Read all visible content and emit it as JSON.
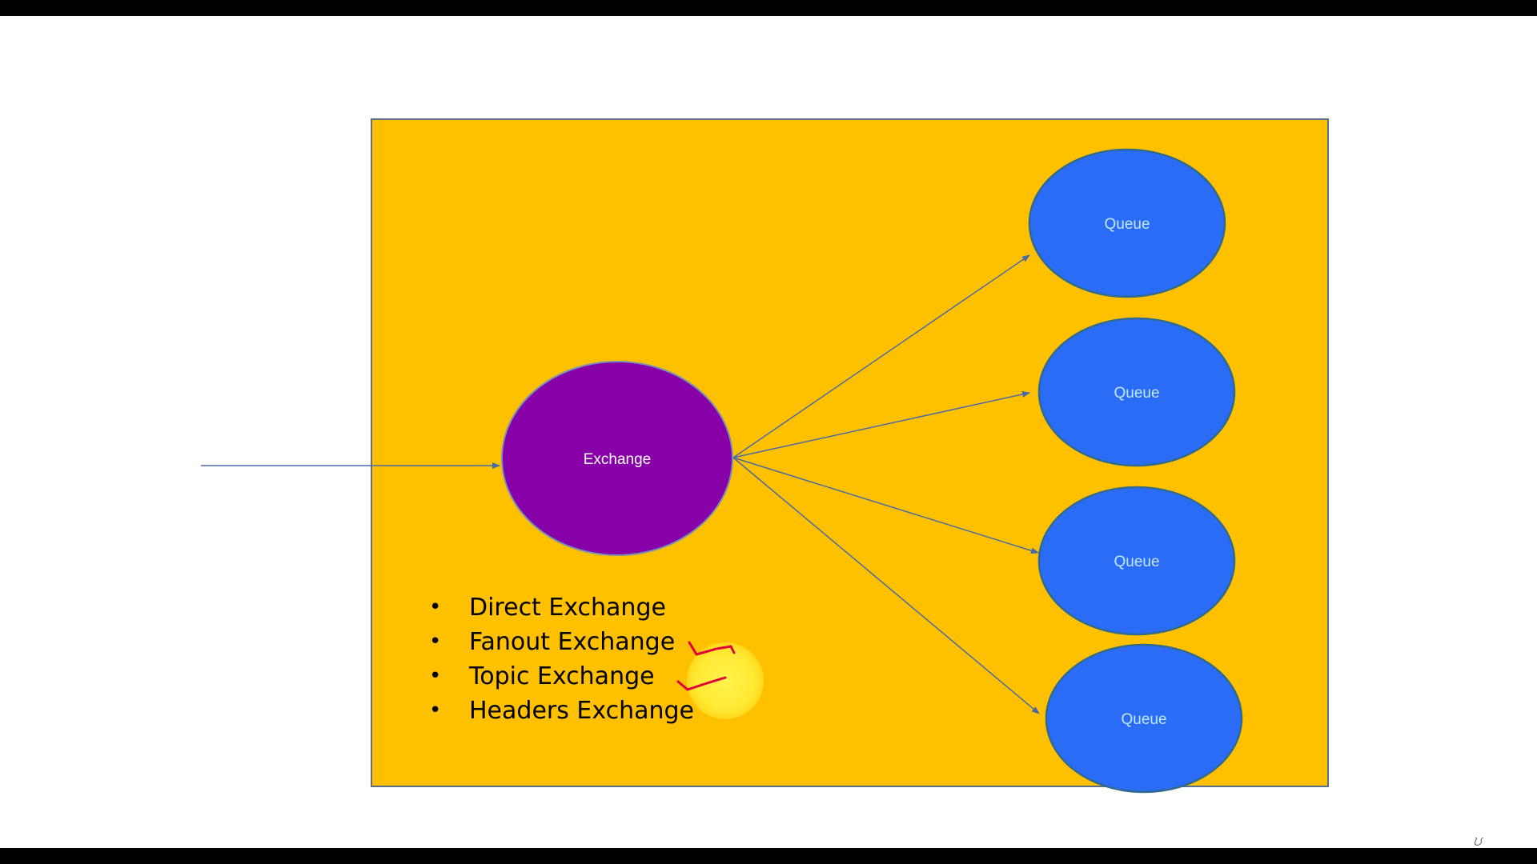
{
  "colors": {
    "panel_fill": "#ffc000",
    "exchange_fill": "#8800a8",
    "queue_fill": "#2a6cf5",
    "queue_text": "#bfe7ff",
    "exchange_text": "#ffffff",
    "arrow": "#4a6aa6",
    "pointer_highlight": "#fff04a",
    "annotation_ink": "#e0003a"
  },
  "diagram": {
    "exchange": {
      "label": "Exchange"
    },
    "queues": [
      {
        "label": "Queue"
      },
      {
        "label": "Queue"
      },
      {
        "label": "Queue"
      },
      {
        "label": "Queue"
      }
    ]
  },
  "exchange_types": [
    "Direct Exchange",
    "Fanout Exchange",
    "Topic Exchange",
    "Headers Exchange"
  ]
}
